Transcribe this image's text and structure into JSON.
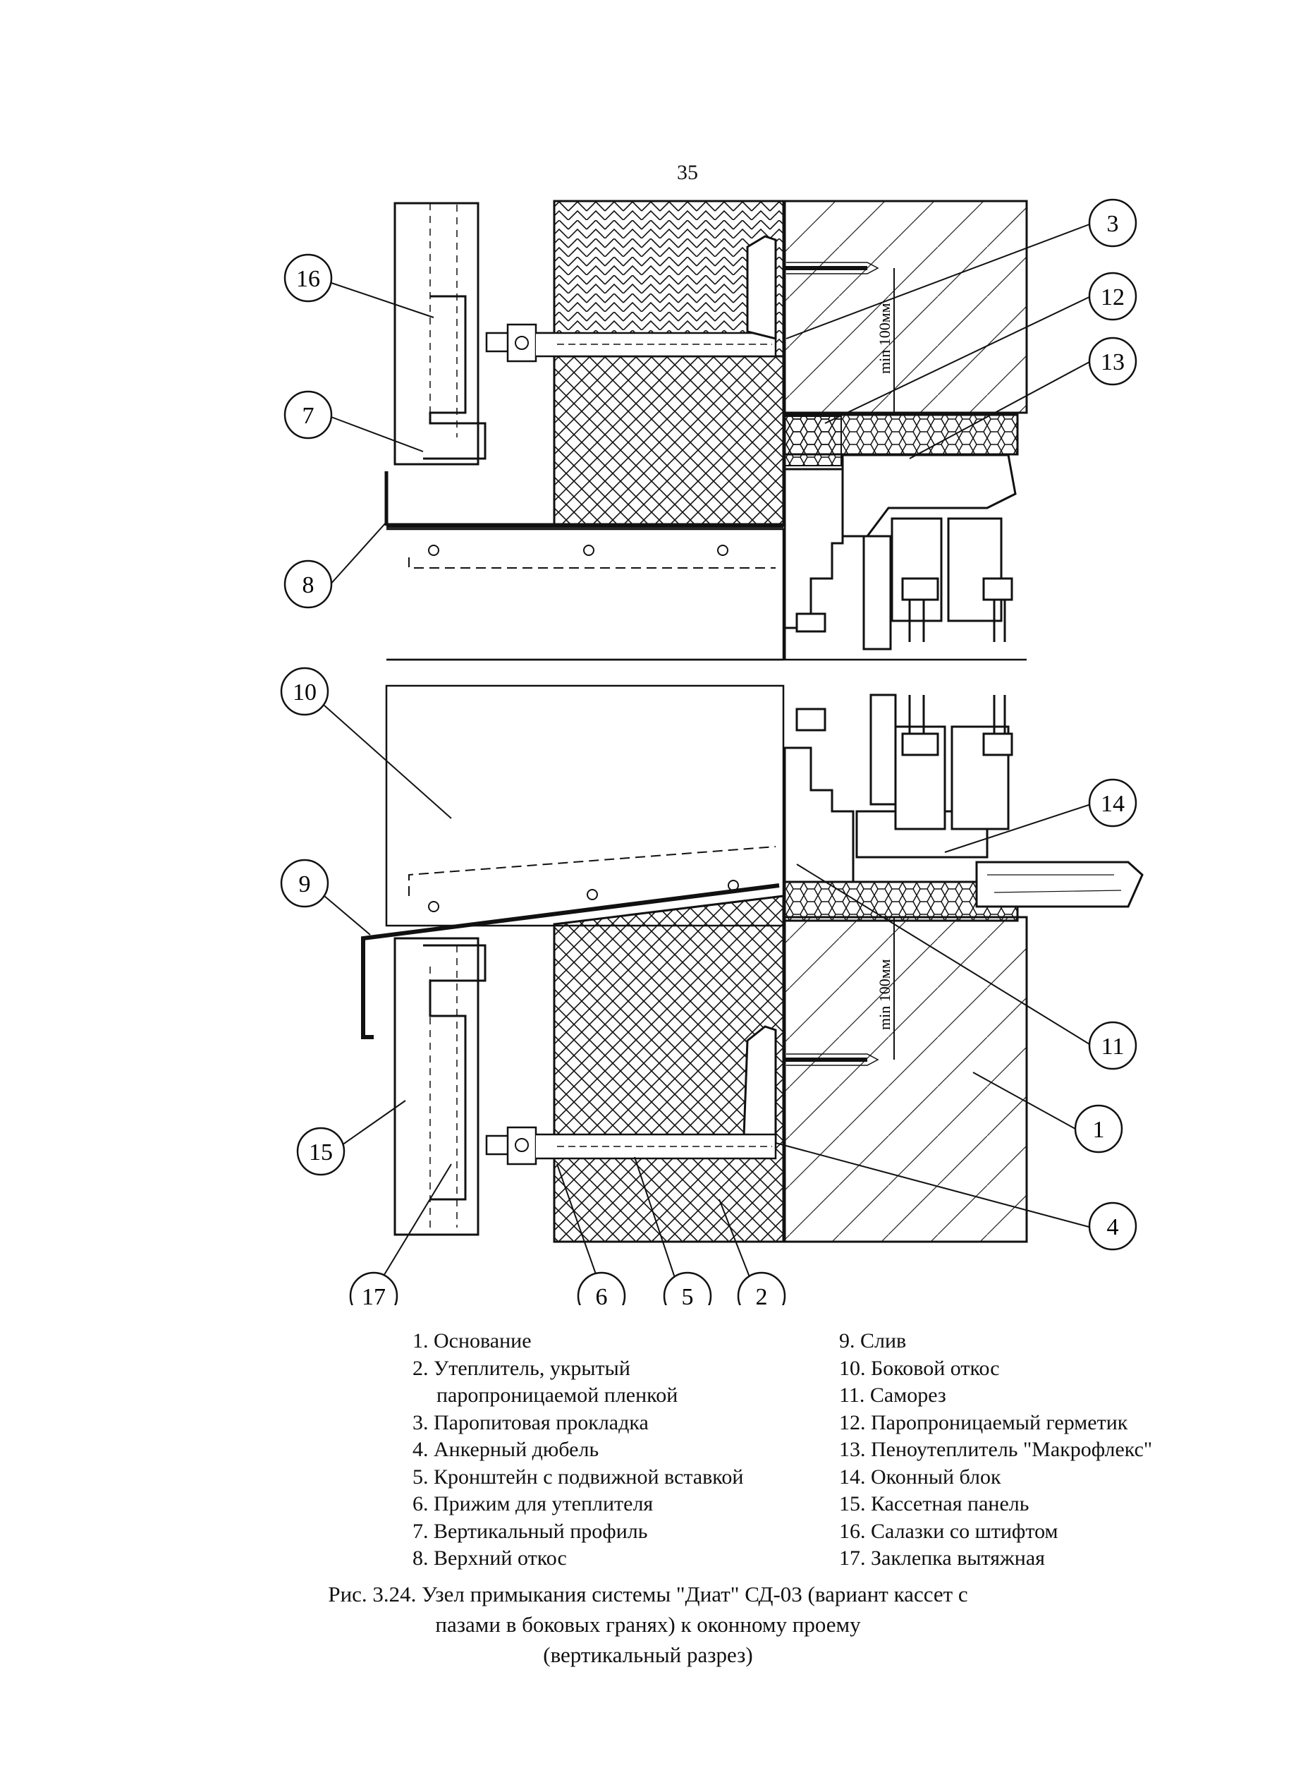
{
  "page_number": "35",
  "callouts": [
    "1",
    "2",
    "3",
    "4",
    "5",
    "6",
    "7",
    "8",
    "9",
    "10",
    "11",
    "12",
    "13",
    "14",
    "15",
    "16",
    "17"
  ],
  "dimension_labels": [
    "min 100мм",
    "min 100мм"
  ],
  "legend_left": [
    "1. Основание",
    "2. Утеплитель, укрытый",
    "паропроницаемой пленкой",
    "3. Паропитовая прокладка",
    "4. Анкерный дюбель",
    "5. Кронштейн с подвижной вставкой",
    "6. Прижим для утеплителя",
    "7. Вертикальный профиль",
    "8. Верхний откос"
  ],
  "legend_right": [
    "9. Слив",
    "10. Боковой откос",
    "11. Саморез",
    "12. Паропроницаемый герметик",
    "13. Пеноутеплитель \"Макрофлекс\"",
    "14. Оконный блок",
    "15. Кассетная панель",
    "16. Салазки со штифтом",
    "17. Заклепка вытяжная"
  ],
  "caption": {
    "line1": "Рис. 3.24.  Узел примыкания системы \"Диат\" СД-03  (вариант кассет с",
    "line2": "пазами в боковых гранях) к оконному проему",
    "line3": "(вертикальный разрез)"
  }
}
